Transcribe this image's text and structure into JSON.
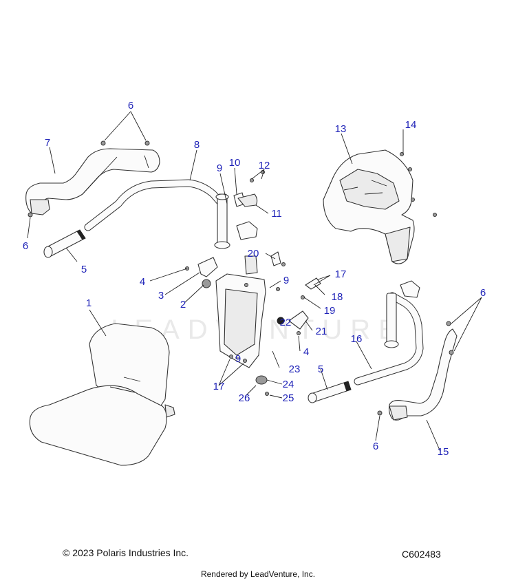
{
  "diagram": {
    "watermark": "LEADVENTURE",
    "callout_color": "#1f23b8",
    "callouts": [
      {
        "id": "c6a",
        "text": "6"
      },
      {
        "id": "c7",
        "text": "7"
      },
      {
        "id": "c8",
        "text": "8"
      },
      {
        "id": "c9a",
        "text": "9"
      },
      {
        "id": "c10",
        "text": "10"
      },
      {
        "id": "c12",
        "text": "12"
      },
      {
        "id": "c11",
        "text": "11"
      },
      {
        "id": "c13",
        "text": "13"
      },
      {
        "id": "c14",
        "text": "14"
      },
      {
        "id": "c6b",
        "text": "6"
      },
      {
        "id": "c5a",
        "text": "5"
      },
      {
        "id": "c20",
        "text": "20"
      },
      {
        "id": "c4a",
        "text": "4"
      },
      {
        "id": "c3",
        "text": "3"
      },
      {
        "id": "c2",
        "text": "2"
      },
      {
        "id": "c9b",
        "text": "9"
      },
      {
        "id": "c17a",
        "text": "17"
      },
      {
        "id": "c18",
        "text": "18"
      },
      {
        "id": "c19",
        "text": "19"
      },
      {
        "id": "c1",
        "text": "1"
      },
      {
        "id": "c22",
        "text": "22"
      },
      {
        "id": "c21",
        "text": "21"
      },
      {
        "id": "c6c",
        "text": "6"
      },
      {
        "id": "c16",
        "text": "16"
      },
      {
        "id": "c4b",
        "text": "4"
      },
      {
        "id": "c9c",
        "text": "9"
      },
      {
        "id": "c23",
        "text": "23"
      },
      {
        "id": "c17b",
        "text": "17"
      },
      {
        "id": "c5b",
        "text": "5"
      },
      {
        "id": "c24",
        "text": "24"
      },
      {
        "id": "c26",
        "text": "26"
      },
      {
        "id": "c25",
        "text": "25"
      },
      {
        "id": "c6d",
        "text": "6"
      },
      {
        "id": "c15",
        "text": "15"
      }
    ]
  },
  "footer": {
    "copyright": "© 2023 Polaris Industries Inc.",
    "figure_id": "C602483",
    "rendered_by": "Rendered by LeadVenture, Inc."
  }
}
